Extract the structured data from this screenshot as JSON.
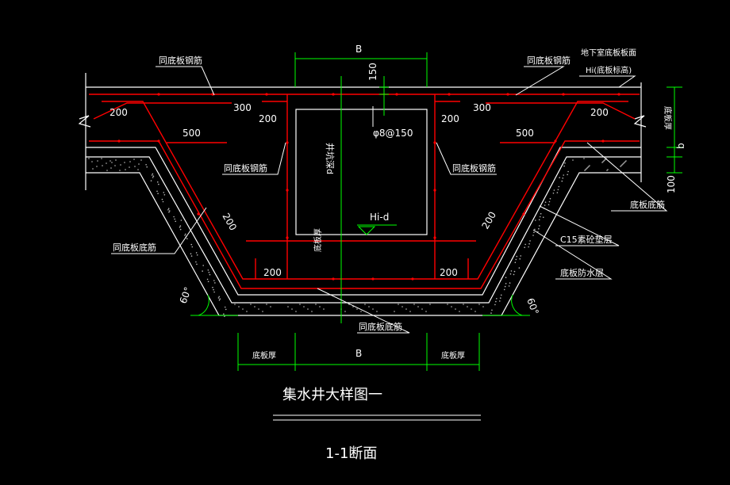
{
  "colors": {
    "background": "#000000",
    "rebar": "#ff0000",
    "outline": "#ffffff",
    "dimension": "#00ff00",
    "leader": "#ffffff"
  },
  "labels": {
    "top_left_rebar": "同底板钢筋",
    "top_right_rebar": "同底板钢筋",
    "slab_surface_line1": "地下室底板板面",
    "slab_surface_line2": "Hi(底板标高)",
    "left_mid_rebar": "同底板钢筋",
    "right_mid_rebar": "同底板钢筋",
    "left_bottom_rebar": "同底板底筋",
    "right_bottom_rebar": "底板底筋",
    "cushion": "C15素砼垫层",
    "waterproof": "底板防水层",
    "bottom_rebar": "同底板底筋",
    "stirrup": "φ8@150",
    "well_depth": "井坑深d",
    "bottom_level": "Hi-d",
    "pit_thickness": "底板厚",
    "slab_thickness_right": "底板厚"
  },
  "dimensions": {
    "top_B": "B",
    "top_150": "150",
    "left_200_a": "200",
    "left_300": "300",
    "left_200_b": "200",
    "left_500": "500",
    "right_300": "300",
    "right_200_a": "200",
    "right_200_b": "200",
    "right_500": "500",
    "slope_left_200": "200",
    "slope_right_200": "200",
    "bottom_left_200": "200",
    "bottom_right_200": "200",
    "right_b": "b",
    "right_100": "100",
    "bottom_slab_left": "底板厚",
    "bottom_B": "B",
    "bottom_slab_right": "底板厚",
    "angle_left": "60°",
    "angle_right": "60°"
  },
  "title": {
    "main": "集水井大样图一",
    "section": "1-1断面"
  }
}
